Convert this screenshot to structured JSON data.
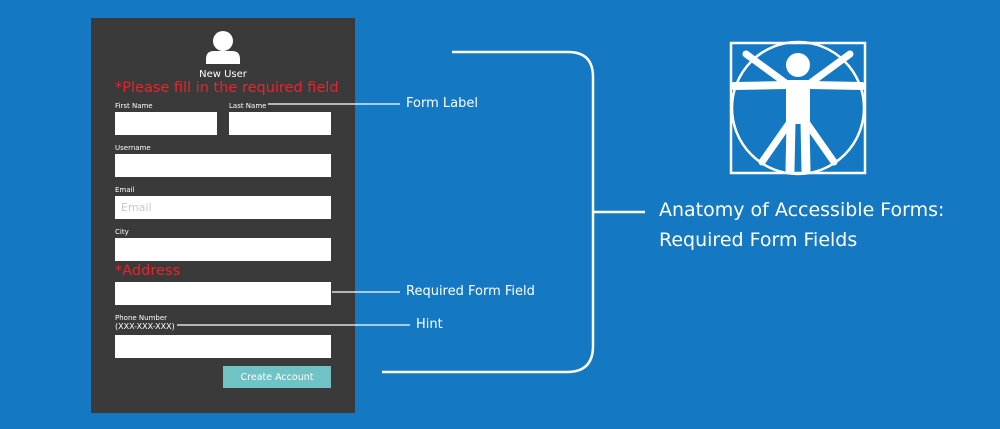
{
  "form": {
    "title": "New User",
    "required_message": "*Please fill in the required field",
    "fields": {
      "first_name": {
        "label": "First Name",
        "value": ""
      },
      "last_name": {
        "label": "Last Name",
        "value": ""
      },
      "username": {
        "label": "Username",
        "value": ""
      },
      "email": {
        "label": "Email",
        "placeholder": "Email",
        "value": ""
      },
      "city": {
        "label": "City",
        "value": ""
      },
      "address": {
        "label": "*Address",
        "value": ""
      },
      "phone": {
        "label": "Phone Number",
        "hint": "(XXX-XXX-XXX)",
        "value": ""
      }
    },
    "submit_label": "Create Account"
  },
  "callouts": {
    "form_label": "Form Label",
    "required_field": "Required Form Field",
    "hint": "Hint"
  },
  "diagram": {
    "title_line1": "Anatomy of Accessible Forms:",
    "title_line2": "Required Form Fields"
  },
  "colors": {
    "background": "#1478c2",
    "panel": "#3a3a3a",
    "required": "#e8252b",
    "button": "#6fc3c5",
    "text": "#ffffff"
  },
  "icons": {
    "avatar": "user-icon",
    "logo": "vitruvian-man-icon"
  }
}
